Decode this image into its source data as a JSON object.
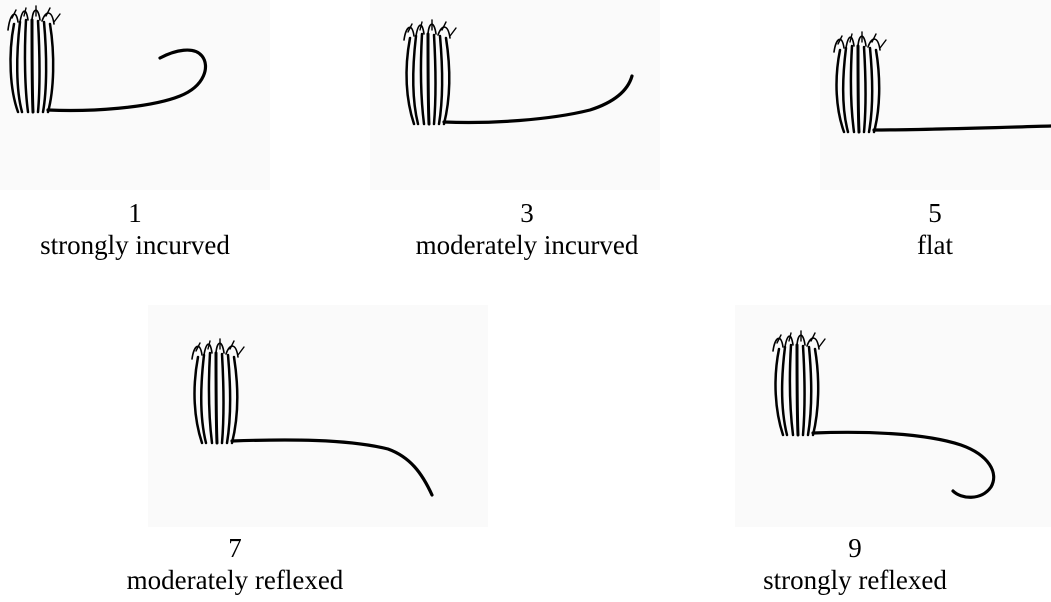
{
  "figure": {
    "items": [
      {
        "score": "1",
        "label": "strongly incurved"
      },
      {
        "score": "3",
        "label": "moderately incurved"
      },
      {
        "score": "5",
        "label": "flat"
      },
      {
        "score": "7",
        "label": "moderately reflexed"
      },
      {
        "score": "9",
        "label": "strongly reflexed"
      }
    ]
  }
}
